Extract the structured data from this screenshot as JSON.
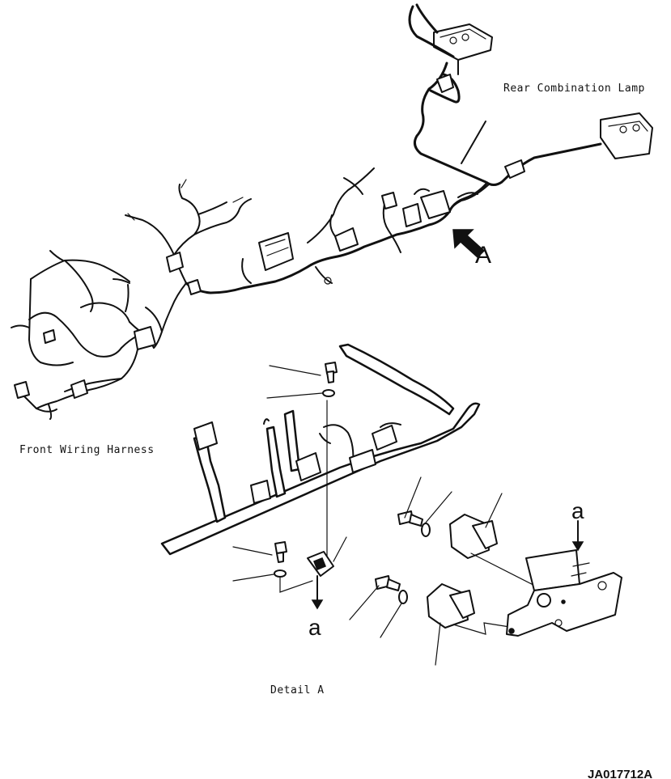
{
  "labels": {
    "rear_lamp": "Rear Combination Lamp",
    "front_harness": "Front Wiring Harness",
    "detail_title": "Detail A",
    "view_arrow": "A",
    "ref_a_top": "a",
    "ref_a_bottom": "a",
    "drawing_code": "JA017712A"
  }
}
